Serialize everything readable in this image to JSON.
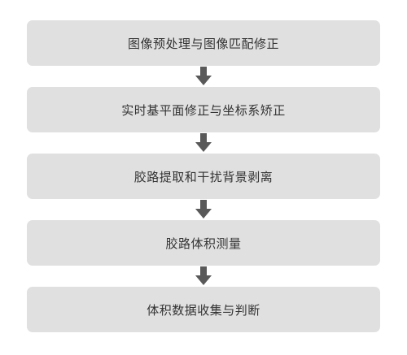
{
  "flow": {
    "steps": [
      {
        "label": "图像预处理与图像匹配修正"
      },
      {
        "label": "实时基平面修正与坐标系矫正"
      },
      {
        "label": "胶路提取和干扰背景剥离"
      },
      {
        "label": "胶路体积测量"
      },
      {
        "label": "体积数据收集与判断"
      }
    ]
  },
  "colors": {
    "box_fill": "#e0e0e0",
    "arrow": "#595959",
    "text": "#333333"
  }
}
